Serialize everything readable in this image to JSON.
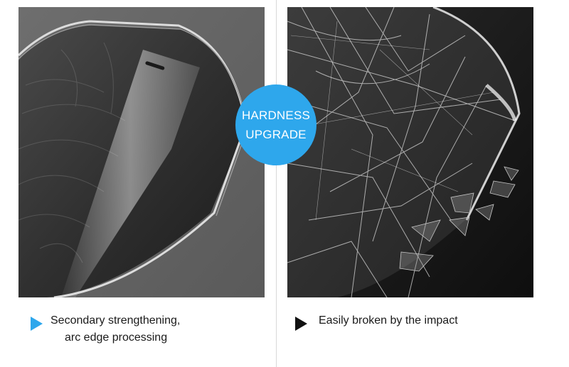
{
  "badge": {
    "line1": "HARDNESS",
    "line2": "UPGRADE"
  },
  "left": {
    "caption_line1": "Secondary strengthening,",
    "caption_line2": "arc edge processing",
    "bullet_color": "#2ea7ec"
  },
  "right": {
    "caption": "Easily broken by the impact",
    "bullet_color": "#111111"
  },
  "colors": {
    "accent": "#2ea7ec"
  }
}
